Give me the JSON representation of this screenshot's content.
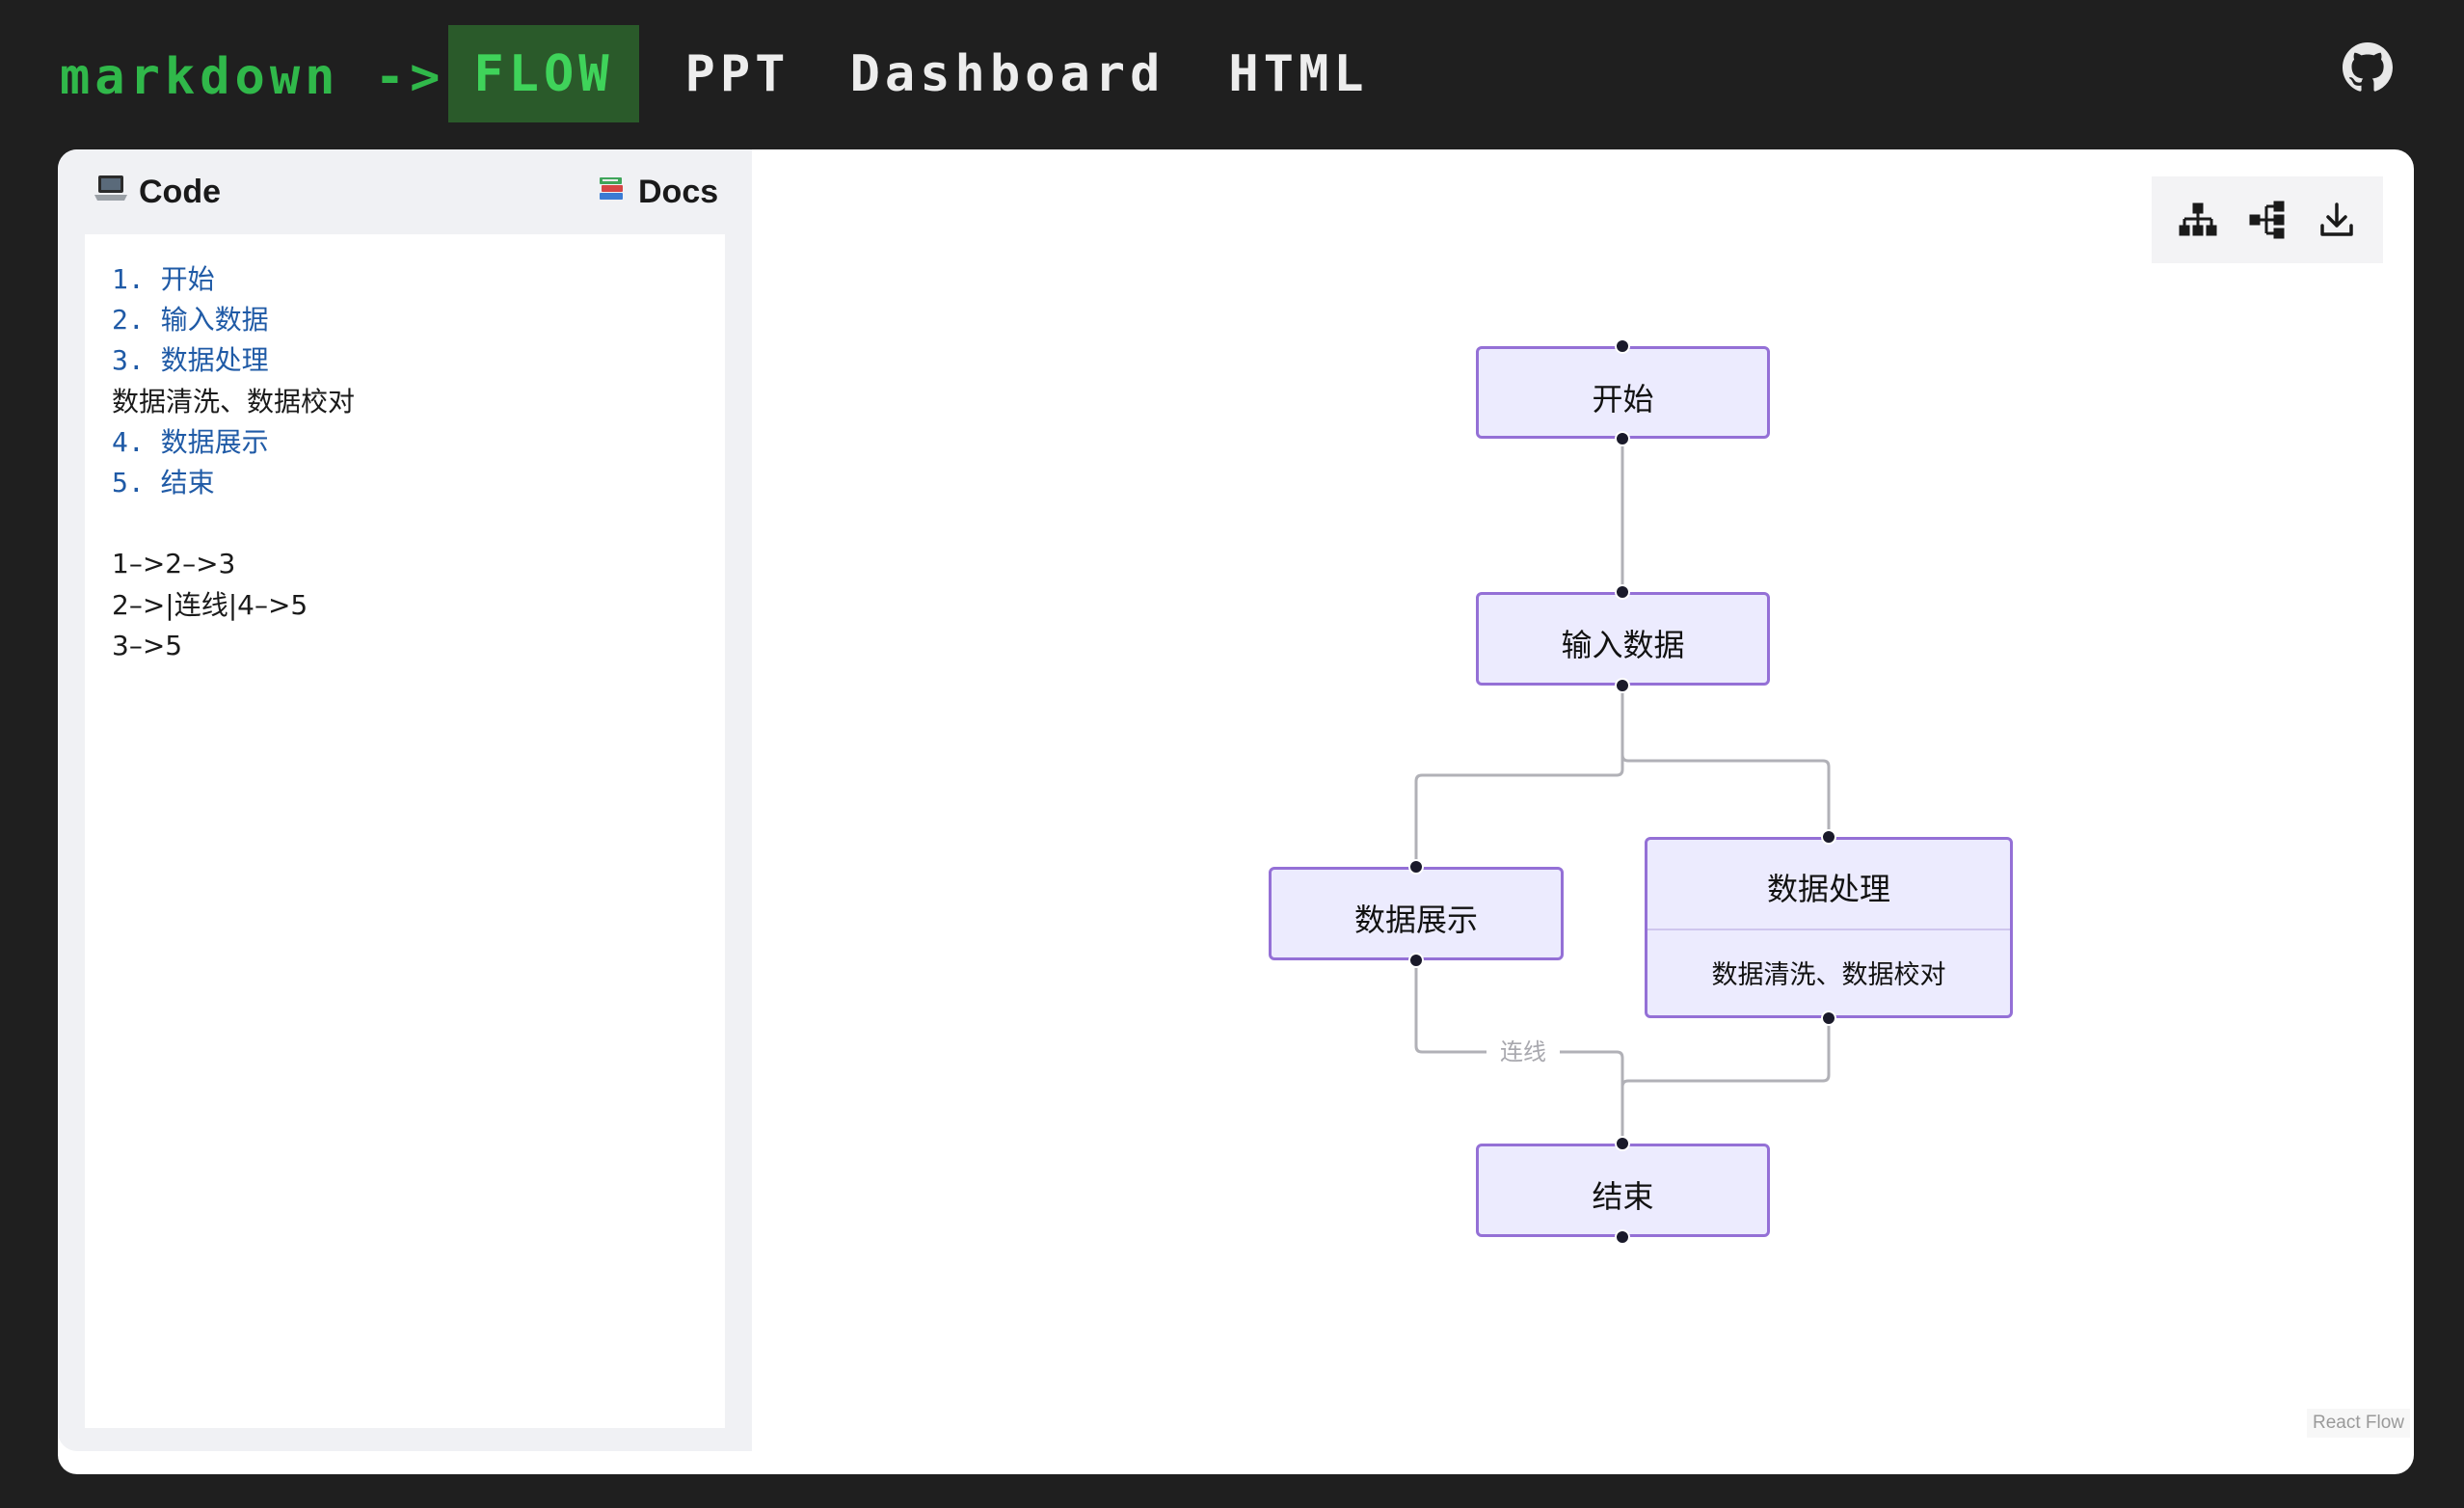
{
  "header": {
    "brand": "markdown ->",
    "tabs": [
      {
        "label": "FLOW",
        "active": true
      },
      {
        "label": "PPT",
        "active": false
      },
      {
        "label": "Dashboard",
        "active": false
      },
      {
        "label": "HTML",
        "active": false
      }
    ],
    "github_icon": "github-icon"
  },
  "left_panel": {
    "code_tab": {
      "icon": "laptop-icon",
      "label": "Code"
    },
    "docs_tab": {
      "icon": "books-icon",
      "label": "Docs"
    },
    "code_lines": [
      "1. 开始",
      "2. 输入数据",
      "3. 数据处理",
      "数据清洗、数据校对",
      "4. 数据展示",
      "5. 结束",
      "",
      "1–>2–>3",
      "2–>|连线|4–>5",
      "3–>5"
    ]
  },
  "toolbar": {
    "icons": [
      "vertical-layout-icon",
      "horizontal-layout-icon",
      "download-icon"
    ]
  },
  "flow": {
    "nodes": {
      "start": {
        "label": "开始"
      },
      "input": {
        "label": "输入数据"
      },
      "display": {
        "label": "数据展示"
      },
      "process": {
        "label": "数据处理",
        "description": "数据清洗、数据校对"
      },
      "end": {
        "label": "结束"
      }
    },
    "edges": [
      {
        "from": "start",
        "to": "input",
        "label": ""
      },
      {
        "from": "input",
        "to": "process",
        "label": ""
      },
      {
        "from": "input",
        "to": "display",
        "label": ""
      },
      {
        "from": "display",
        "to": "end",
        "label": "连线"
      },
      {
        "from": "process",
        "to": "end",
        "label": ""
      }
    ]
  },
  "attribution": "React Flow",
  "colors": {
    "background": "#1f1f1f",
    "brand_green": "#30b84a",
    "active_tab_bg": "#2a5a2a",
    "node_fill": "#ecebfe",
    "node_border": "#9470d6",
    "edge": "#b1b1b7",
    "code_list_blue": "#1f5aa6"
  }
}
